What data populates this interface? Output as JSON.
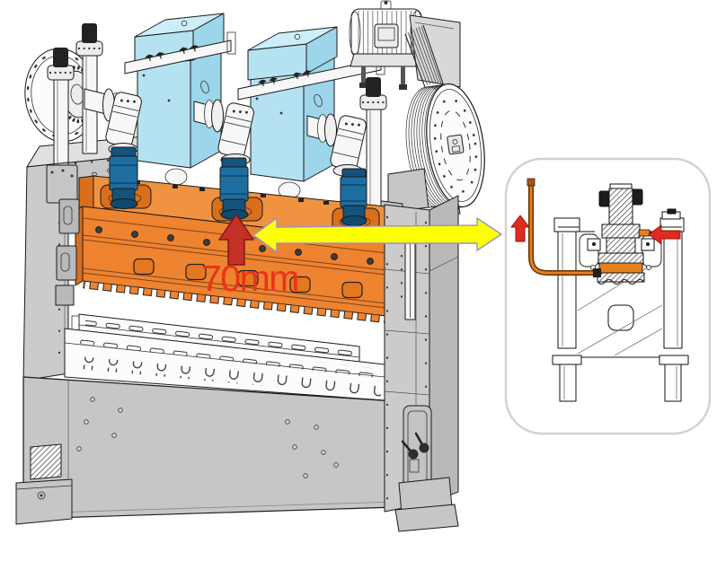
{
  "annotation": {
    "dimension_label": "70mm",
    "up_arrow_icon": "up-arrow-icon",
    "connector_icon": "double-headed-arrow-icon"
  },
  "detail_inset": {
    "up_arrow_icon": "up-arrow-icon",
    "left_arrow_icon": "left-arrow-icon",
    "pipe_icon": "lubrication-pipe",
    "highlight_part": "adjusting-nut-block"
  },
  "machine": {
    "components": [
      "left-flywheel",
      "support-columns",
      "gearbox-left",
      "gearbox-right",
      "drive-motor",
      "belt-drive",
      "main-flywheel",
      "universal-joints",
      "connecting-cylinders",
      "ram-beam",
      "cutting-bed",
      "machine-base",
      "right-column"
    ]
  },
  "colors": {
    "highlight_orange": "#ee8330",
    "highlight_orange_light": "#f0923f",
    "highlight_orange_dark": "#d96f1c",
    "gearbox_blue": "#b5e2f1",
    "gearbox_blue_top": "#cdeef8",
    "gearbox_blue_side": "#9dd5ea",
    "cylinder_blue": "#1f6ea1",
    "cylinder_blue_dark": "#14537c",
    "arrow_red": "#c53026",
    "detail_red": "#e02b20",
    "label_red": "#e83418",
    "connector_yellow": "#feff00",
    "connector_outline": "#9a8fd2",
    "pipe_orange": "#e87f1e",
    "pipe_outline": "#5e3200",
    "inset_border": "#d2d2d2"
  }
}
